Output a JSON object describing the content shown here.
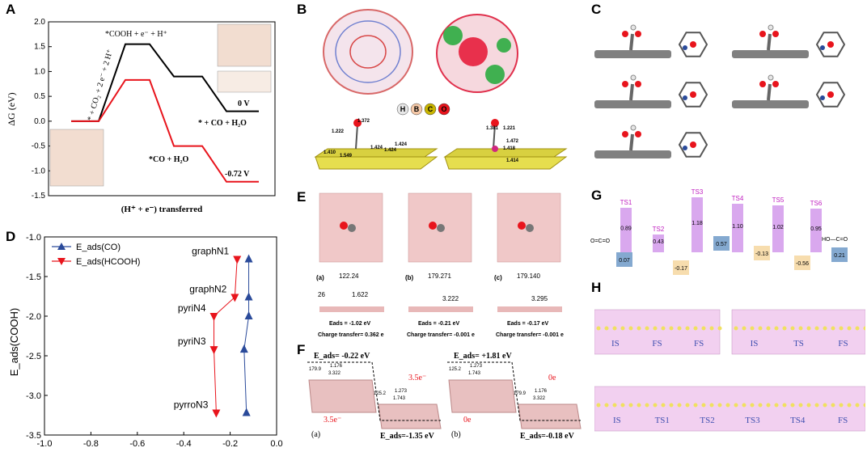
{
  "panels": {
    "a": "A",
    "b": "B",
    "c": "C",
    "d": "D",
    "e": "E",
    "f": "F",
    "g": "G",
    "h": "H"
  },
  "panel_a": {
    "chart_data": {
      "type": "line",
      "ylabel": "ΔG (eV)",
      "xlabel": "(H⁺ + e⁻) transferred",
      "ylim": [
        -1.5,
        2.0
      ],
      "yticks": [
        "2.0",
        "1.5",
        "1.0",
        "0.5",
        "0.0",
        "-0.5",
        "-1.0",
        "-1.5"
      ],
      "series": [
        {
          "color": "#000000",
          "values": [
            0.0,
            1.55,
            0.9,
            0.2
          ]
        },
        {
          "color": "#e8141c",
          "values": [
            0.0,
            0.83,
            -0.5,
            -1.22
          ]
        }
      ],
      "annotations": {
        "step1": "*COOH + e⁻ + H⁺",
        "step0": "* + CO₂ + 2 e⁻ + 2 H⁺",
        "step3": "* + CO + H₂O",
        "step2": "*CO + H₂O",
        "black_label": "0 V",
        "red_label": "-0.72 V"
      }
    }
  },
  "panel_b": {
    "legend": [
      "H",
      "B",
      "C",
      "O"
    ],
    "legend_colors": [
      "#e8e8e8",
      "#f6c9a8",
      "#c8b400",
      "#e8141c"
    ],
    "left_labels": [
      "1.372",
      "1.222",
      "1.549",
      "1.424",
      "1.410",
      "1.424",
      "1.424"
    ],
    "right_labels": [
      "1.381",
      "1.221",
      "1.472",
      "1.418",
      "1.414"
    ]
  },
  "panel_d": {
    "chart_data": {
      "type": "line",
      "ylabel": "E_ads(COOH)",
      "xlim": [
        -1.0,
        0.0
      ],
      "ylim": [
        -3.5,
        -1.0
      ],
      "xticks": [
        "-1.0",
        "-0.8",
        "-0.6",
        "-0.4",
        "-0.2",
        "0.0"
      ],
      "yticks": [
        "-1.0",
        "-1.5",
        "-2.0",
        "-2.5",
        "-3.0",
        "-3.5"
      ],
      "legend_location": "top-left",
      "series": [
        {
          "name": "E_ads(CO)",
          "color": "#2a4a9a",
          "marker": "triangle-up",
          "points": [
            [
              -0.12,
              -1.28
            ],
            [
              -0.12,
              -1.76
            ],
            [
              -0.12,
              -2.0
            ],
            [
              -0.14,
              -2.42
            ],
            [
              -0.13,
              -3.22
            ]
          ]
        },
        {
          "name": "E_ads(HCOOH)",
          "color": "#e8141c",
          "marker": "triangle-down",
          "points": [
            [
              -0.17,
              -1.28
            ],
            [
              -0.18,
              -1.76
            ],
            [
              -0.27,
              -2.0
            ],
            [
              -0.27,
              -2.42
            ],
            [
              -0.26,
              -3.22
            ]
          ]
        }
      ],
      "point_labels": [
        "graphN1",
        "graphN2",
        "pyriN4",
        "pyriN3",
        "pyrroN3"
      ]
    }
  },
  "panel_e": {
    "captions": [
      "(a)",
      "(b)",
      "(c)"
    ],
    "angles": [
      "122.24",
      "179.271",
      "179.140"
    ],
    "extra_a": [
      "26",
      "1.622"
    ],
    "bonds": [
      "",
      "3.222",
      "3.295"
    ],
    "eads": [
      "Eads = -1.02 eV",
      "Eads = -0.21 eV",
      "Eads = -0.17 eV"
    ],
    "charge": [
      "Charge transfer= 0.362 e",
      "Charge transfer= -0.001 e",
      "Charge transfer= -0.001 e"
    ]
  },
  "panel_f": {
    "left": {
      "top_eads": "E_ads= -0.22 eV",
      "bottom_eads": "E_ads=-1.35 eV",
      "electrons_top": "3.5e⁻",
      "electrons_bottom": "3.5e⁻",
      "caption": "(a)",
      "labels": [
        "179.9",
        "1.176",
        "3.322",
        "125.2",
        "1.273",
        "1.743"
      ]
    },
    "right": {
      "top_eads": "E_ads= +1.81 eV",
      "bottom_eads": "E_ads=-0.18 eV",
      "electrons_top": "0e",
      "electrons_bottom": "0e",
      "caption": "(b)",
      "labels": [
        "125.2",
        "1.273",
        "1.743",
        "179.9",
        "1.176",
        "3.322"
      ]
    }
  },
  "panel_g": {
    "ts": [
      "TS1",
      "TS2",
      "TS3",
      "TS4",
      "TS5",
      "TS6"
    ],
    "barriers": [
      "0.89",
      "0.43",
      "1.18",
      "1.10",
      "1.02",
      "0.95"
    ],
    "levels": [
      "0.07",
      "-0.17",
      "0.57",
      "-0.13",
      "-0.56",
      "0.21"
    ],
    "molecule_left": "O=C=O",
    "molecule_right": "HO—C=O"
  },
  "panel_h": {
    "top_left": [
      "IS",
      "FS",
      "FS"
    ],
    "top_right": [
      "IS",
      "TS",
      "FS"
    ],
    "bottom": [
      "IS",
      "TS1",
      "TS2",
      "TS3",
      "TS4",
      "FS"
    ]
  }
}
